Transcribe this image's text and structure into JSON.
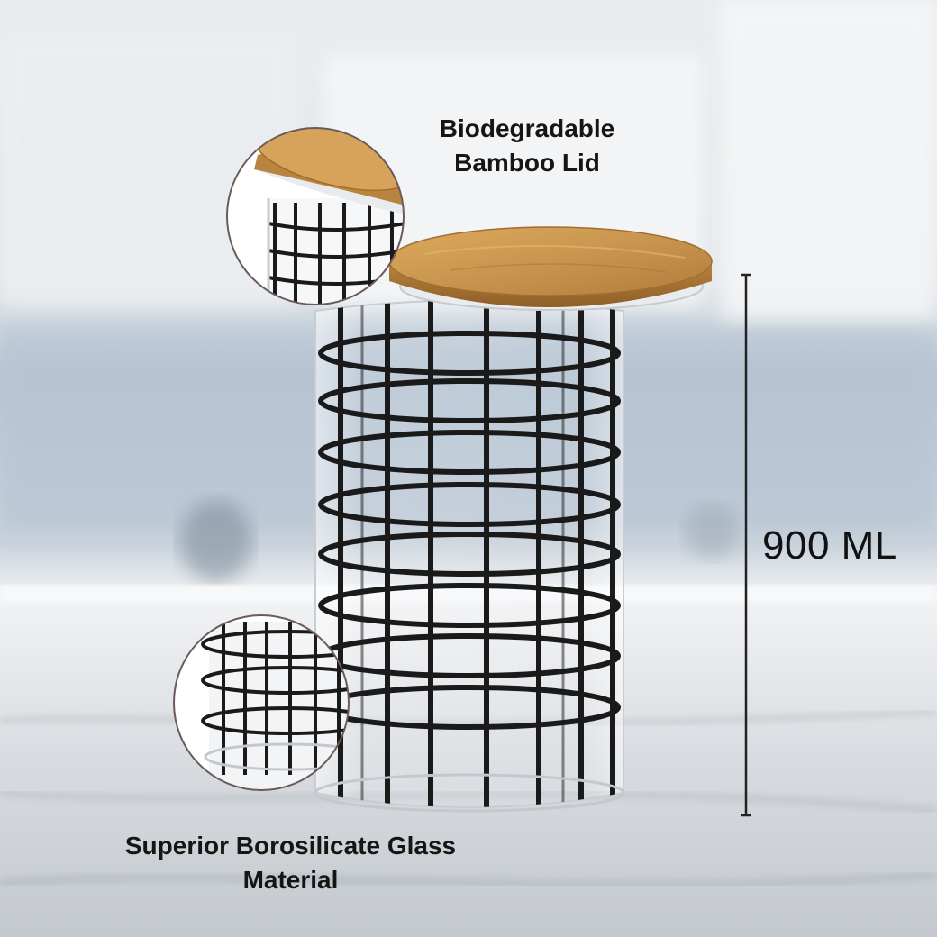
{
  "product": {
    "lid_label_line1": "Biodegradable",
    "lid_label_line2": "Bamboo Lid",
    "glass_label_line1": "Superior Borosilicate Glass",
    "glass_label_line2": "Material",
    "capacity": "900 ML"
  },
  "colors": {
    "bamboo": "#c8954f",
    "grid_line": "#1a1a1a",
    "callout_ring": "#6b5a5a"
  }
}
